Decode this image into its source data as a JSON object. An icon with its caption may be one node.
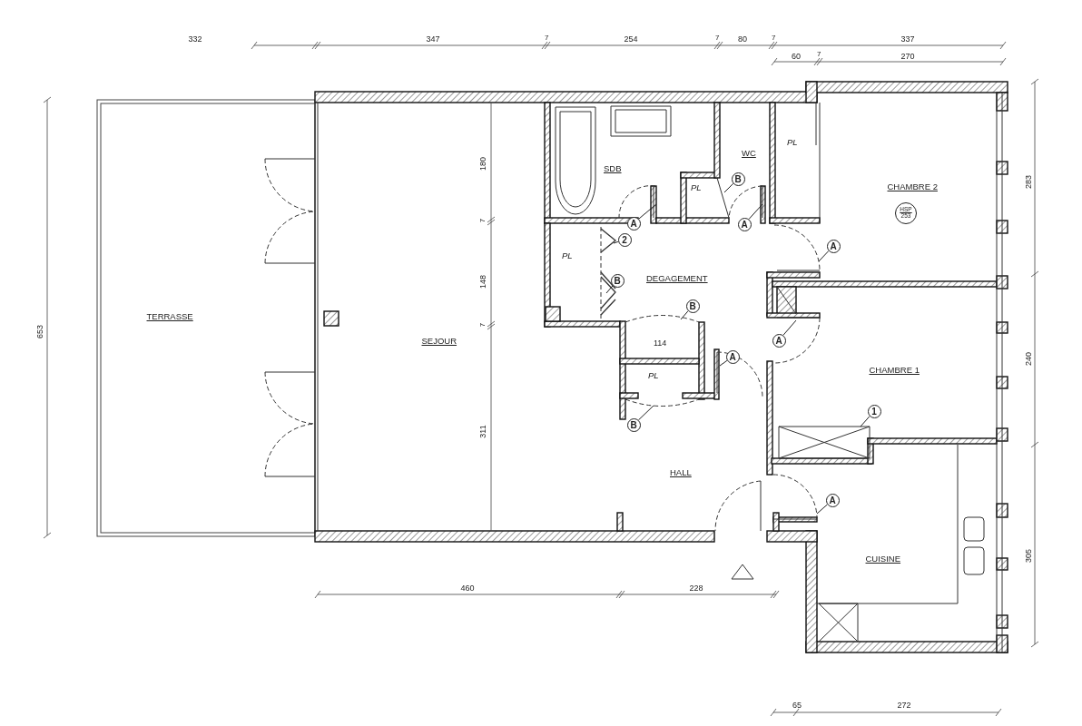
{
  "diagram": {
    "nodes": [
      {
        "text": [
          "B"
        ]
      },
      {
        "text": [
          "HSP",
          "253"
        ]
      },
      {
        "text": [
          "A"
        ]
      },
      {
        "text": [
          "A"
        ]
      },
      {
        "text": [
          "2"
        ]
      },
      {
        "text": [
          "A"
        ]
      },
      {
        "text": [
          "B"
        ]
      },
      {
        "text": [
          "B"
        ]
      },
      {
        "text": [
          "A"
        ]
      },
      {
        "text": [
          "A"
        ]
      },
      {
        "text": [
          "1"
        ]
      },
      {
        "text": [
          "B"
        ]
      },
      {
        "text": [
          "A"
        ]
      }
    ],
    "edges": [
      {
        "from": 0,
        "to": null,
        "arrow": "none"
      },
      {
        "from": 2,
        "to": null,
        "arrow": "none"
      },
      {
        "from": 3,
        "to": null,
        "arrow": "none"
      },
      {
        "from": 4,
        "to": null,
        "arrow": "none"
      },
      {
        "from": 5,
        "to": null,
        "arrow": "none"
      },
      {
        "from": 6,
        "to": null,
        "arrow": "none"
      },
      {
        "from": 7,
        "to": null,
        "arrow": "none"
      },
      {
        "from": 8,
        "to": null,
        "arrow": "none"
      },
      {
        "from": 9,
        "to": null,
        "arrow": "none"
      },
      {
        "from": 10,
        "to": null,
        "arrow": "none"
      },
      {
        "from": 11,
        "to": null,
        "arrow": "none"
      },
      {
        "from": 12,
        "to": null,
        "arrow": "none"
      }
    ],
    "labels": [
      "332",
      "347",
      "7",
      "254",
      "7",
      "80",
      "7",
      "337",
      "60",
      "7",
      "270",
      "PL",
      "WC",
      "SDB",
      "180",
      "PL",
      "CHAMBRE 2",
      "283",
      "7",
      "PL",
      "DEGAGEMENT",
      "148",
      "TERRASSE",
      "653",
      "7",
      "SEJOUR",
      "114",
      "240",
      "PL",
      "CHAMBRE 1",
      "311",
      "HALL",
      "CUISINE",
      "305",
      "460",
      "228",
      "65",
      "272"
    ]
  }
}
